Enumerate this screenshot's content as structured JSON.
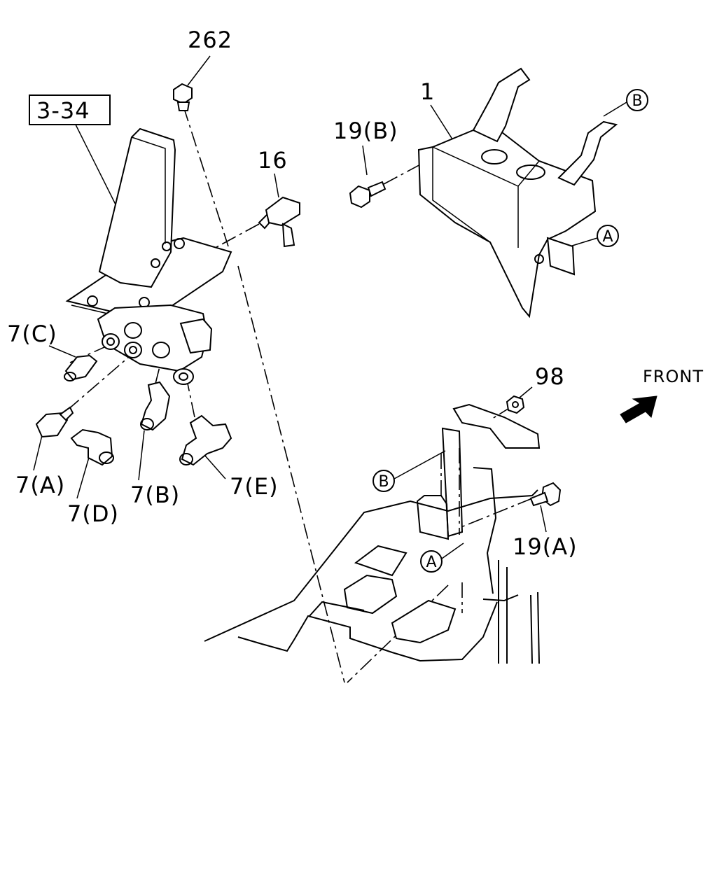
{
  "labels": {
    "p262": "262",
    "ref334": "3-34",
    "p16": "16",
    "p1": "1",
    "p19b": "19(B)",
    "p7c": "7(C)",
    "p7a": "7(A)",
    "p7d": "7(D)",
    "p7b": "7(B)",
    "p7e": "7(E)",
    "p98": "98",
    "p19a": "19(A)",
    "front": "FRONT"
  },
  "markers": {
    "A": "A",
    "B": "B"
  }
}
